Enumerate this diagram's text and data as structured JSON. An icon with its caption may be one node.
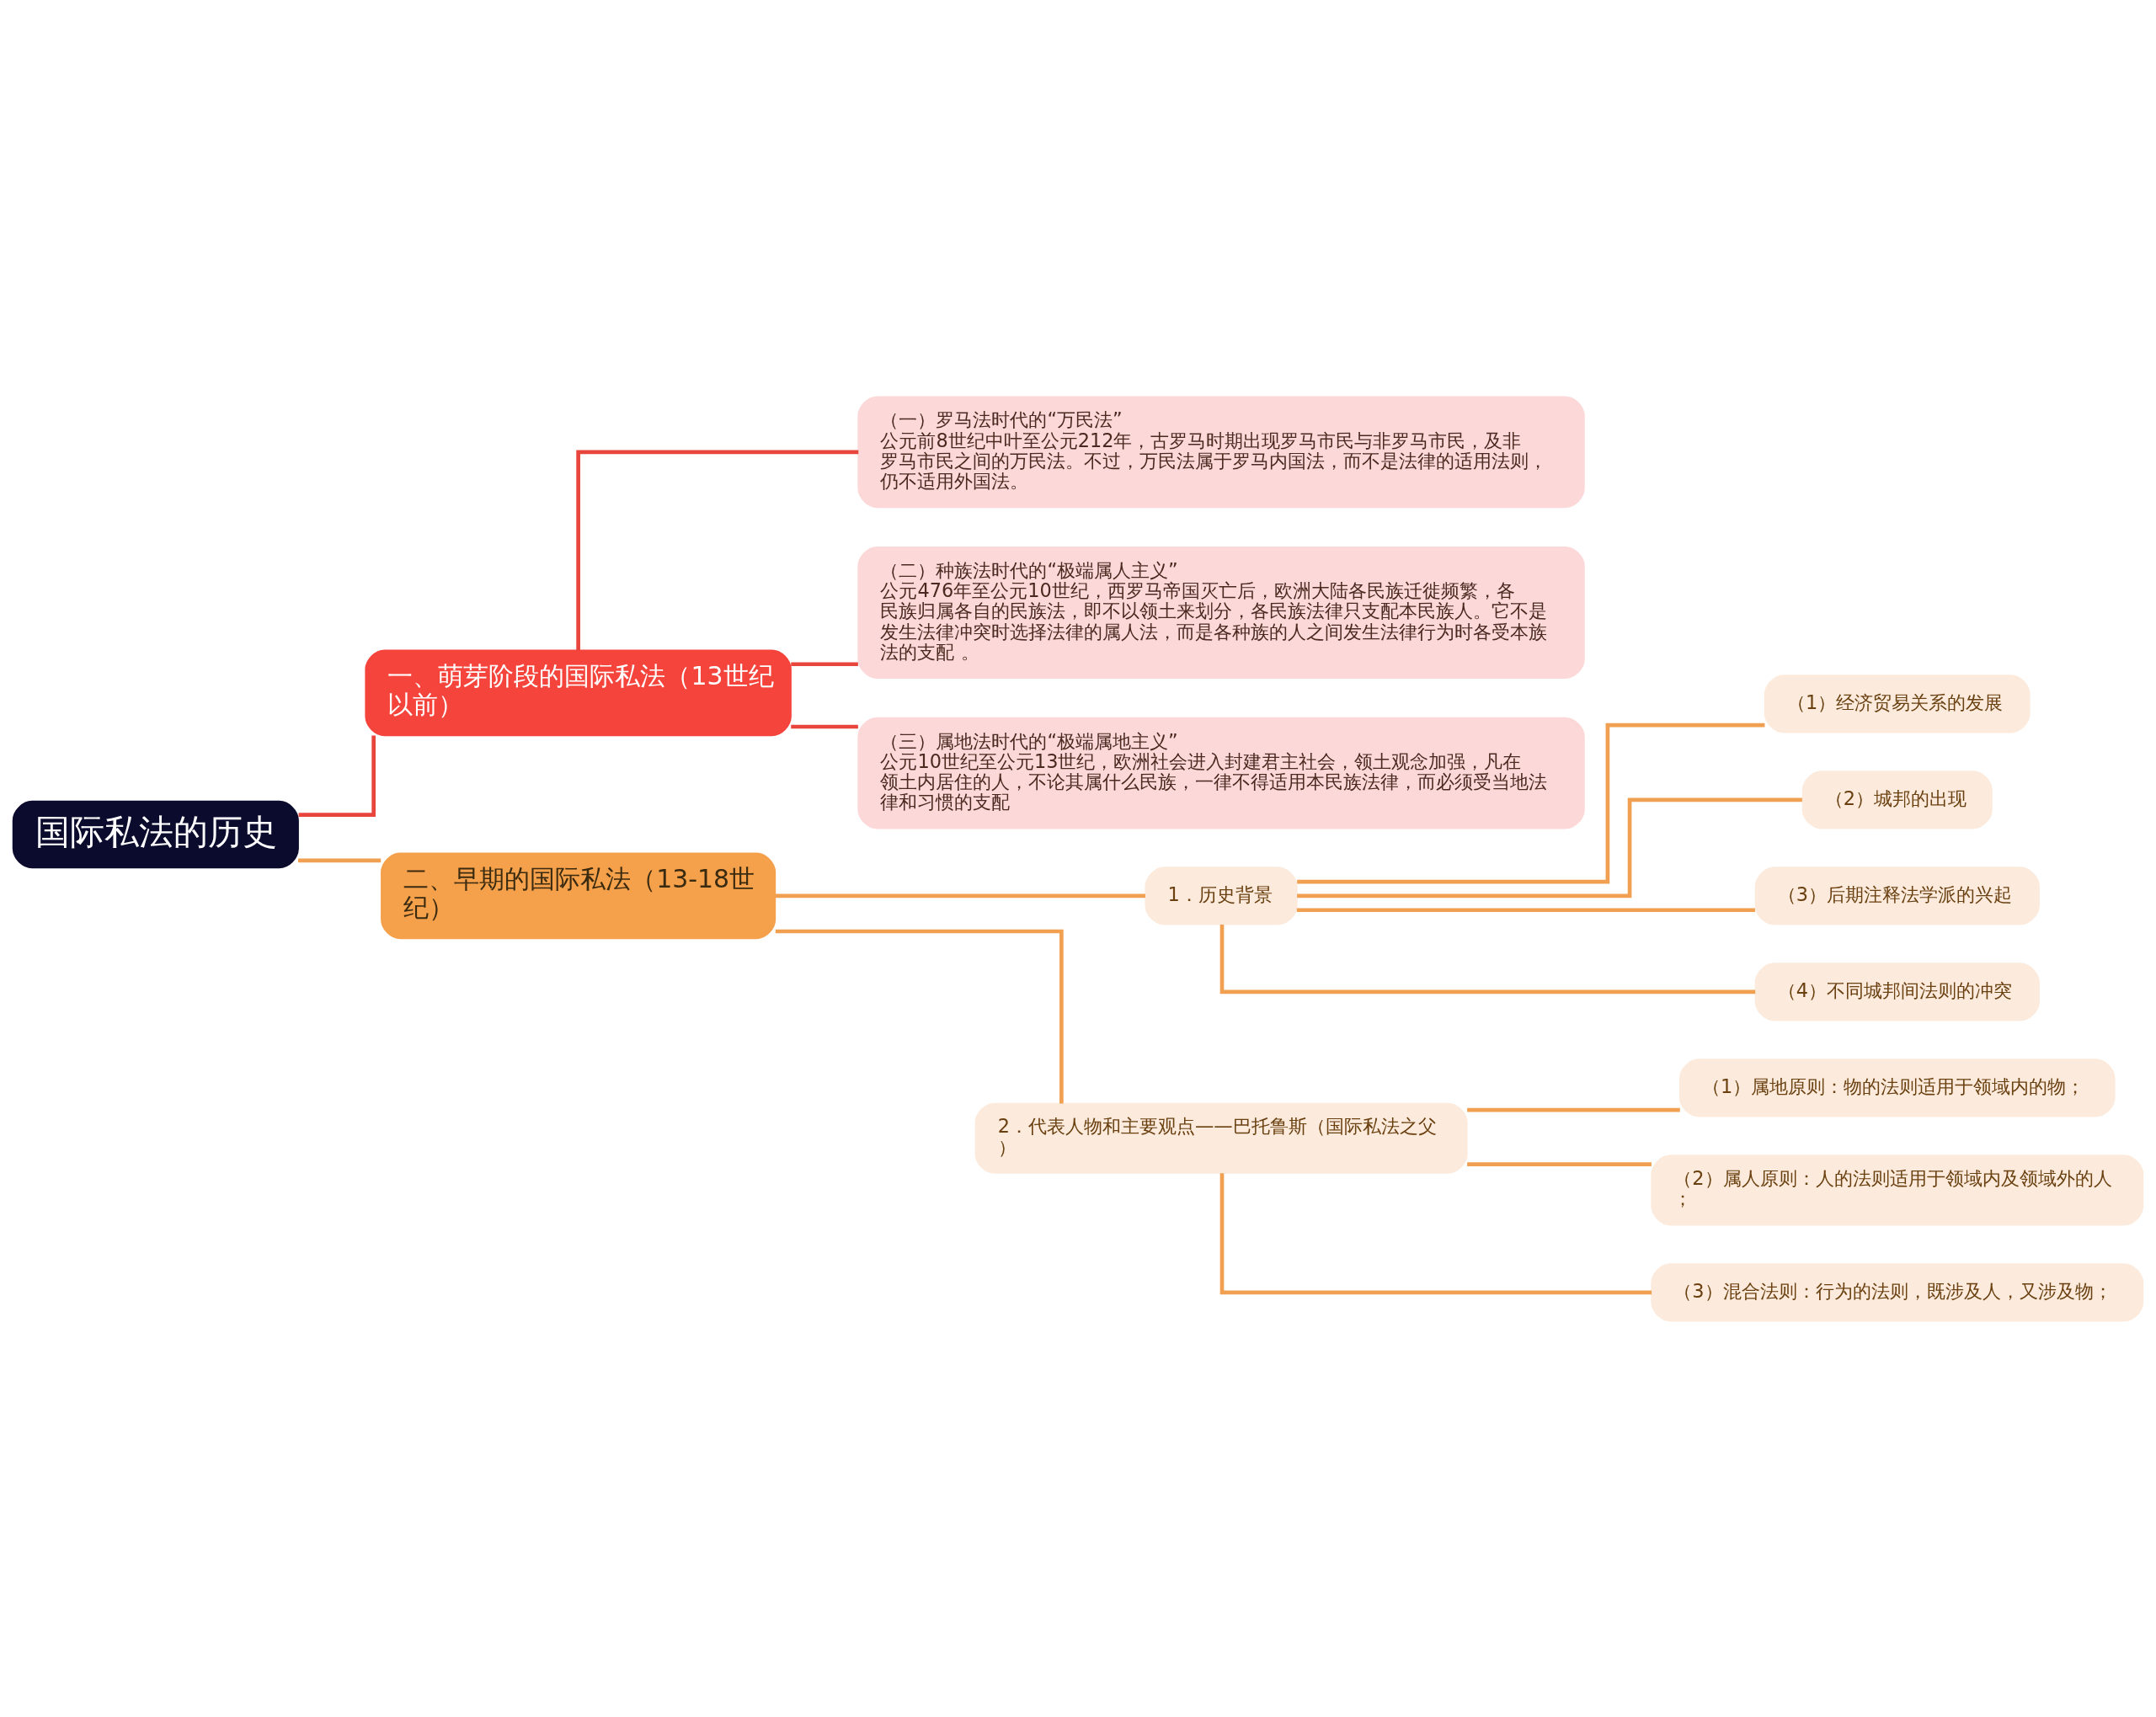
{
  "diagram": {
    "nodes": [
      {
        "text": [
          "国际私法的历史"
        ]
      },
      {
        "text": [
          "一、萌芽阶段的国际私法（13世纪以前）"
        ]
      },
      {
        "text": [
          "（一）罗马法时代的“万民法”",
          "公元前8世纪中叶至公元212年，古罗马时期出现罗马市民与非罗马市民，及非罗马市民之间的万民法。不过，万民法属于罗马内国法，而不是法律的适用法则，仍不适用外国法。"
        ]
      },
      {
        "text": [
          "（二）种族法时代的“极端属人主义”",
          "公元476年至公元10世纪，西罗马帝国灭亡后，欧洲大陆各民族迁徙频繁，各民族归属各自的民族法，即不以领土来划分，各民族法律只支配本民族人。它不是发生法律冲突时选择法律的属人法，而是各种族的人之间发生法律行为时各受本族法的支配 。"
        ]
      },
      {
        "text": [
          "（三）属地法时代的“极端属地主义”",
          "公元10世纪至公元13世纪，欧洲社会进入封建君主社会，领土观念加强，凡在领土内居住的人，不论其属什么民族，一律不得适用本民族法律，而必须受当地法律和习惯的支配"
        ]
      },
      {
        "text": [
          "二、早期的国际私法（13-18世纪）"
        ]
      },
      {
        "text": [
          "1．历史背景"
        ]
      },
      {
        "text": [
          "（1）经济贸易关系的发展"
        ]
      },
      {
        "text": [
          "（2）城邦的出现"
        ]
      },
      {
        "text": [
          "（3）后期注释法学派的兴起"
        ]
      },
      {
        "text": [
          "（4）不同城邦间法则的冲突"
        ]
      },
      {
        "text": [
          "2．代表人物和主要观点——巴托鲁斯（国际私法之父）"
        ]
      },
      {
        "text": [
          "（1）属地原则：物的法则适用于领域内的物；"
        ]
      },
      {
        "text": [
          "（2）属人原则：人的法则适用于领域内及领域外的人；"
        ]
      },
      {
        "text": [
          "（3）混合法则：行为的法则，既涉及人，又涉及物；"
        ]
      }
    ],
    "edges": [
      {
        "from": 0,
        "to": 1,
        "arrow": "none",
        "color": "#e8453c"
      },
      {
        "from": 1,
        "to": 2,
        "arrow": "none",
        "color": "#e8453c"
      },
      {
        "from": 1,
        "to": 3,
        "arrow": "none",
        "color": "#e8453c"
      },
      {
        "from": 1,
        "to": 4,
        "arrow": "none",
        "color": "#e8453c"
      },
      {
        "from": 0,
        "to": 5,
        "arrow": "none"
      },
      {
        "from": 5,
        "to": 6,
        "arrow": "none"
      },
      {
        "from": 6,
        "to": 7,
        "arrow": "none"
      },
      {
        "from": 6,
        "to": 8,
        "arrow": "none"
      },
      {
        "from": 6,
        "to": 9,
        "arrow": "none"
      },
      {
        "from": 6,
        "to": 10,
        "arrow": "none"
      },
      {
        "from": 5,
        "to": 11,
        "arrow": "none"
      },
      {
        "from": 11,
        "to": 12,
        "arrow": "none"
      },
      {
        "from": 11,
        "to": 13,
        "arrow": "none"
      },
      {
        "from": 11,
        "to": 14,
        "arrow": "none"
      }
    ]
  }
}
